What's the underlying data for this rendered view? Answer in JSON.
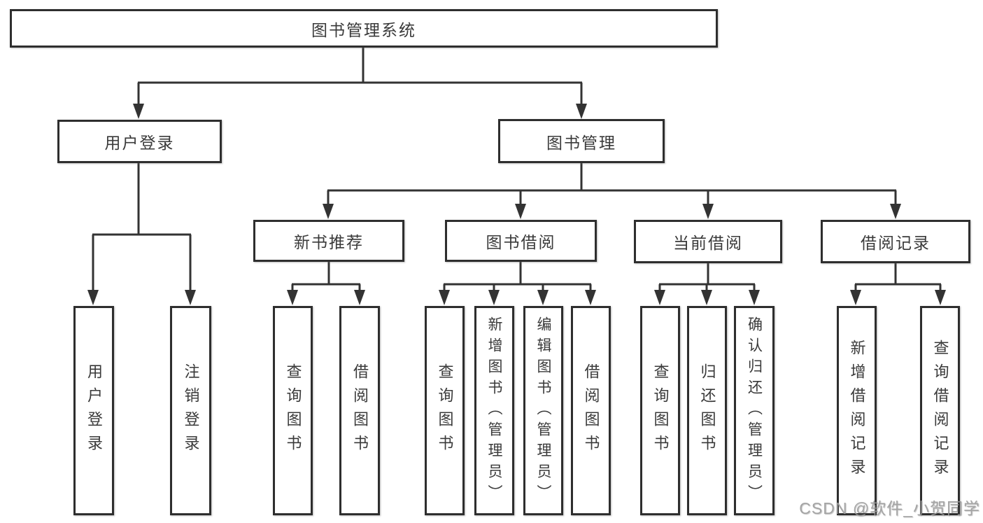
{
  "diagram": {
    "colors": {
      "line": "#333333",
      "node_border": "#2e2e2e",
      "node_text": "#3a3a3a",
      "background": "#ffffff",
      "watermark": "#9b9b9b"
    },
    "tree": {
      "label": "图书管理系统",
      "children": [
        {
          "label": "用户登录",
          "children": [
            {
              "label": "用户登录"
            },
            {
              "label": "注销登录"
            }
          ]
        },
        {
          "label": "图书管理",
          "children": [
            {
              "label": "新书推荐",
              "children": [
                {
                  "label": "查询图书"
                },
                {
                  "label": "借阅图书"
                }
              ]
            },
            {
              "label": "图书借阅",
              "children": [
                {
                  "label": "查询图书"
                },
                {
                  "label": "新增图书（管理员）"
                },
                {
                  "label": "编辑图书（管理员）"
                },
                {
                  "label": "借阅图书"
                }
              ]
            },
            {
              "label": "当前借阅",
              "children": [
                {
                  "label": "查询图书"
                },
                {
                  "label": "归还图书"
                },
                {
                  "label": "确认归还（管理员）"
                }
              ]
            },
            {
              "label": "借阅记录",
              "children": [
                {
                  "label": "新增借阅记录"
                },
                {
                  "label": "查询借阅记录"
                }
              ]
            }
          ]
        }
      ]
    },
    "watermark_text": "CSDN @软件_小贺同学"
  }
}
